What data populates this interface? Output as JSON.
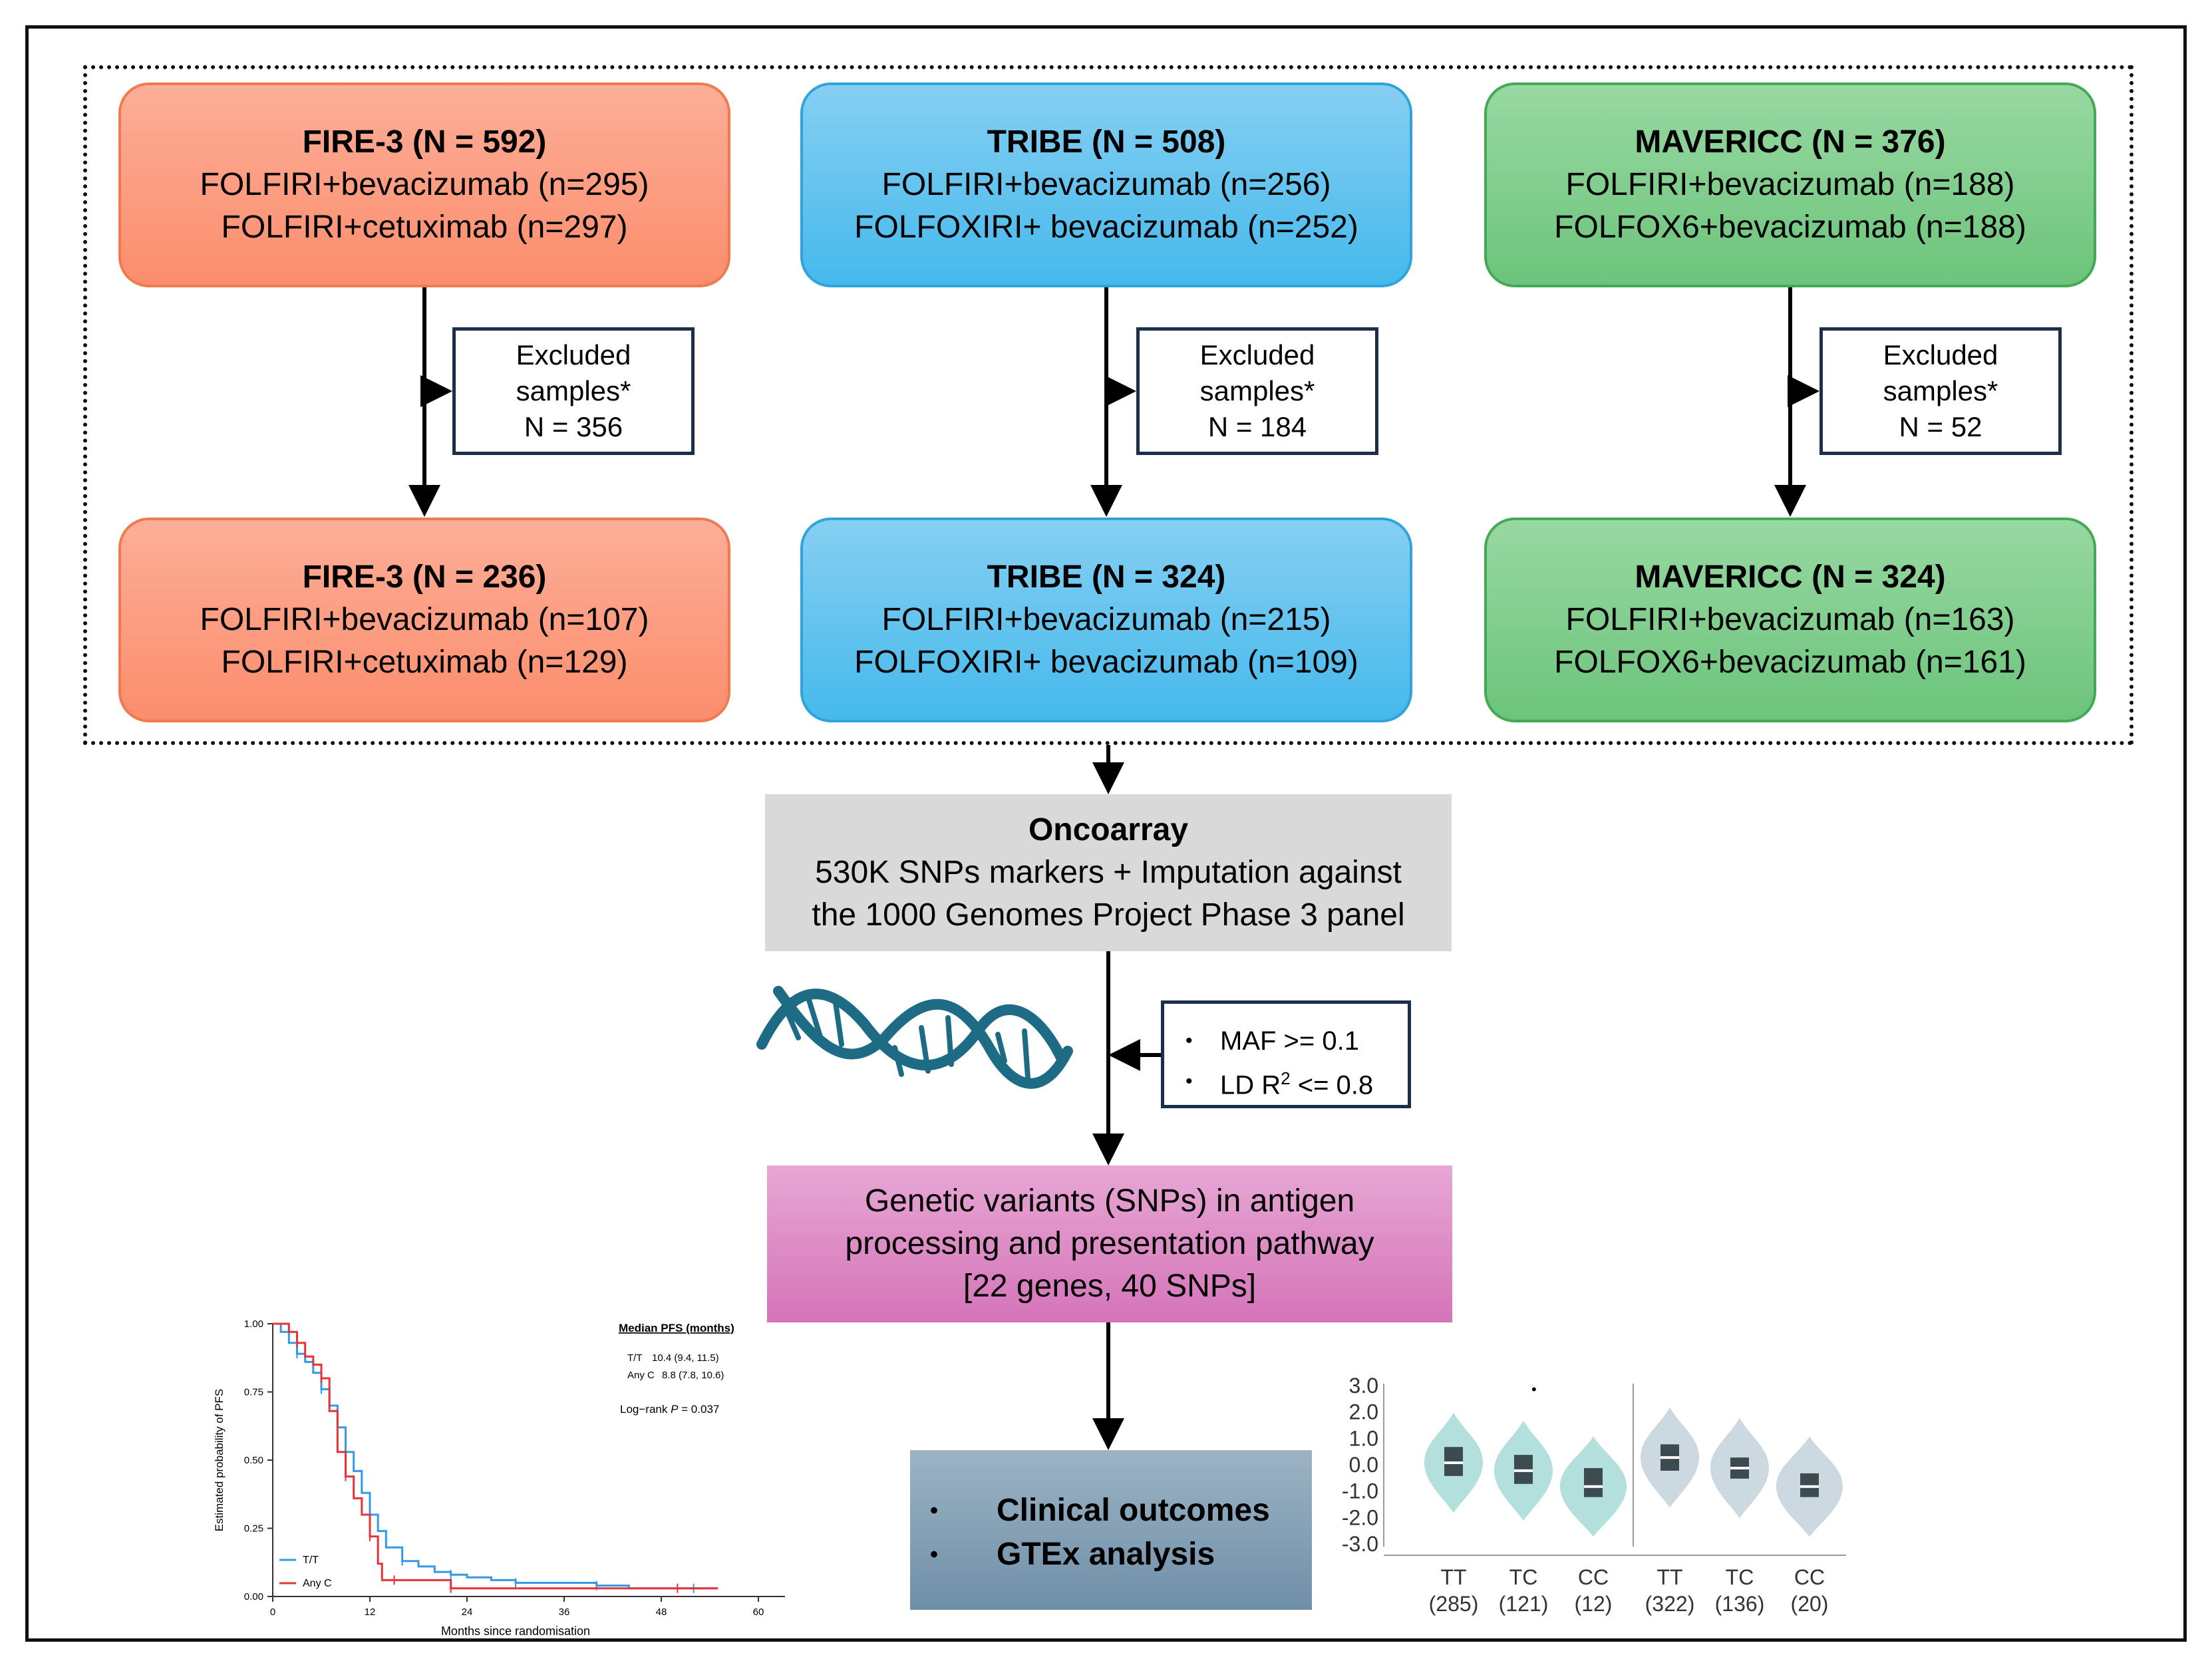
{
  "trials_top": [
    {
      "title": "FIRE-3 (N = 592)",
      "arm1": "FOLFIRI+bevacizumab (n=295)",
      "arm2": "FOLFIRI+cetuximab (n=297)"
    },
    {
      "title": "TRIBE (N = 508)",
      "arm1": "FOLFIRI+bevacizumab (n=256)",
      "arm2": "FOLFOXIRI+ bevacizumab (n=252)"
    },
    {
      "title": "MAVERICC (N = 376)",
      "arm1": "FOLFIRI+bevacizumab (n=188)",
      "arm2": "FOLFOX6+bevacizumab (n=188)"
    }
  ],
  "excluded": [
    {
      "l1": "Excluded",
      "l2": "samples*",
      "l3": "N = 356"
    },
    {
      "l1": "Excluded",
      "l2": "samples*",
      "l3": "N = 184"
    },
    {
      "l1": "Excluded",
      "l2": "samples*",
      "l3": "N = 52"
    }
  ],
  "trials_bottom": [
    {
      "title": "FIRE-3 (N = 236)",
      "arm1": "FOLFIRI+bevacizumab (n=107)",
      "arm2": "FOLFIRI+cetuximab (n=129)"
    },
    {
      "title": "TRIBE (N = 324)",
      "arm1": "FOLFIRI+bevacizumab (n=215)",
      "arm2": "FOLFOXIRI+ bevacizumab (n=109)"
    },
    {
      "title": "MAVERICC (N = 324)",
      "arm1": "FOLFIRI+bevacizumab (n=163)",
      "arm2": "FOLFOX6+bevacizumab (n=161)"
    }
  ],
  "oncoarray": {
    "title": "Oncoarray",
    "line1": "530K SNPs markers + Imputation against",
    "line2": "the 1000 Genomes Project Phase 3 panel"
  },
  "filters": {
    "bullet": "•",
    "maf": "MAF >= 0.1",
    "ld_prefix": "LD R",
    "ld_sup": "2",
    "ld_suffix": " <= 0.8"
  },
  "genetic": {
    "line1": "Genetic variants (SNPs) in antigen",
    "line2": "processing and presentation pathway",
    "line3": "[22 genes, 40 SNPs]"
  },
  "outcomes": {
    "bullet": "•",
    "item1": "Clinical outcomes",
    "item2": "GTEx analysis"
  },
  "km_plot": {
    "ylabel": "Estimated probability of PFS",
    "xlabel": "Months since randomisation",
    "yticks": [
      "0.00",
      "0.25",
      "0.50",
      "0.75",
      "1.00"
    ],
    "xticks": [
      "0",
      "12",
      "24",
      "36",
      "48",
      "60"
    ],
    "median_header": "Median PFS (months)",
    "tt_label": "T/T",
    "tt_value": "10.4 (9.4, 11.5)",
    "anyc_label": "Any C",
    "anyc_value": "8.8 (7.8, 10.6)",
    "logrank_prefix": "Log−rank ",
    "logrank_p": "P",
    "logrank_suffix": " = 0.037",
    "legend": [
      "T/T",
      "Any C"
    ],
    "colors": {
      "tt": "#3399e6",
      "anyc": "#e8323a"
    }
  },
  "chart_data": [
    {
      "type": "line",
      "xlabel": "Months since randomisation",
      "ylabel": "Estimated probability of PFS",
      "xlim": [
        0,
        60
      ],
      "ylim": [
        0,
        1
      ],
      "series": [
        {
          "name": "T/T",
          "x": [
            0,
            1,
            2,
            3,
            4,
            5,
            6,
            7,
            8,
            9,
            10,
            11,
            12,
            13,
            14,
            16,
            18,
            20,
            22,
            24,
            27,
            30,
            33,
            36,
            40,
            44,
            48,
            52,
            55
          ],
          "y": [
            1.0,
            0.97,
            0.93,
            0.89,
            0.86,
            0.82,
            0.76,
            0.7,
            0.62,
            0.53,
            0.46,
            0.38,
            0.3,
            0.24,
            0.18,
            0.13,
            0.11,
            0.09,
            0.08,
            0.07,
            0.06,
            0.05,
            0.05,
            0.05,
            0.04,
            0.03,
            0.03,
            0.03,
            0.03
          ]
        },
        {
          "name": "Any C",
          "x": [
            0,
            1,
            2,
            3,
            4,
            5,
            6,
            7,
            8,
            9,
            10,
            11,
            12,
            13,
            13.5,
            15,
            18,
            21,
            22,
            30,
            40,
            50,
            55
          ],
          "y": [
            1.0,
            1.0,
            0.97,
            0.93,
            0.88,
            0.85,
            0.8,
            0.68,
            0.53,
            0.44,
            0.36,
            0.3,
            0.22,
            0.12,
            0.06,
            0.06,
            0.06,
            0.06,
            0.03,
            0.03,
            0.03,
            0.03,
            0.03
          ]
        }
      ]
    },
    {
      "type": "violin",
      "ylim": [
        -3.0,
        3.0
      ],
      "yticks": [
        "3.0",
        "2.0",
        "1.0",
        "0.0",
        "-1.0",
        "-2.0",
        "-3.0"
      ],
      "categories": [
        "TT",
        "TC",
        "CC",
        "TT",
        "TC",
        "CC"
      ],
      "counts": [
        "(285)",
        "(121)",
        "(12)",
        "(322)",
        "(136)",
        "(20)"
      ],
      "medians": [
        0.1,
        -0.2,
        -0.8,
        0.3,
        -0.1,
        -0.8
      ],
      "q1": [
        -0.4,
        -0.7,
        -1.2,
        -0.2,
        -0.5,
        -1.2
      ],
      "q3": [
        0.7,
        0.4,
        -0.1,
        0.8,
        0.3,
        -0.3
      ],
      "colors": {
        "group1": "#b3e0dc",
        "group2": "#ccd9e0",
        "box": "#3c4b50"
      }
    }
  ]
}
